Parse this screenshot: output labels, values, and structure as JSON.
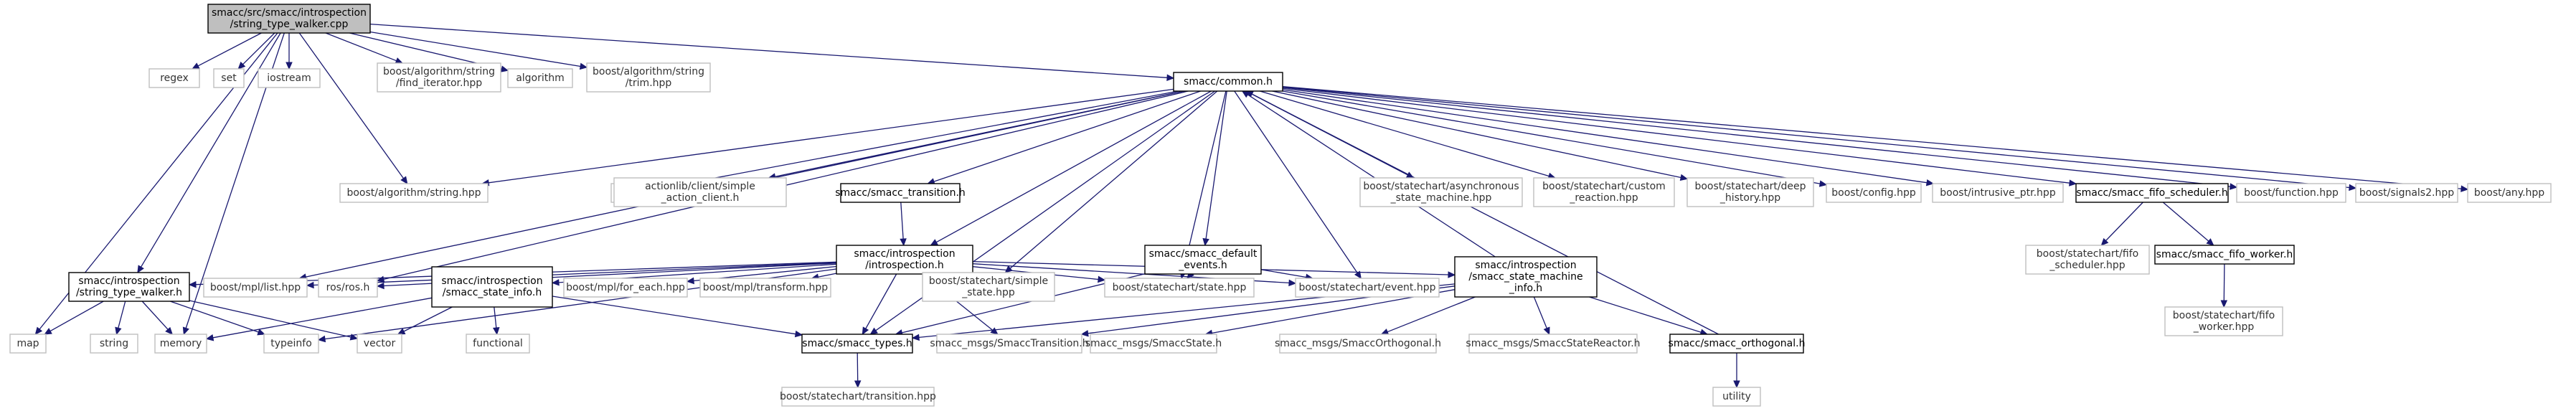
{
  "colors": {
    "edge": "#191970",
    "root_fill": "#bfbfbf",
    "external_border": "#bfbfbf",
    "internal_border": "#000000"
  },
  "nodes": [
    {
      "id": "root",
      "kind": "root",
      "lines": [
        "smacc/src/smacc/introspection",
        "/string_type_walker.cpp"
      ]
    },
    {
      "id": "regex",
      "kind": "external",
      "lines": [
        "regex"
      ]
    },
    {
      "id": "set",
      "kind": "external",
      "lines": [
        "set"
      ]
    },
    {
      "id": "iostream",
      "kind": "external",
      "lines": [
        "iostream"
      ]
    },
    {
      "id": "find_iterator",
      "kind": "external",
      "lines": [
        "boost/algorithm/string",
        "/find_iterator.hpp"
      ]
    },
    {
      "id": "algorithm",
      "kind": "external",
      "lines": [
        "algorithm"
      ]
    },
    {
      "id": "trim",
      "kind": "external",
      "lines": [
        "boost/algorithm/string",
        "/trim.hpp"
      ]
    },
    {
      "id": "common",
      "kind": "internal",
      "lines": [
        "smacc/common.h"
      ]
    },
    {
      "id": "alg_string",
      "kind": "external",
      "lines": [
        "boost/algorithm/string.hpp"
      ]
    },
    {
      "id": "mutex",
      "kind": "external",
      "lines": [
        "mutex"
      ]
    },
    {
      "id": "actionlib",
      "kind": "external",
      "lines": [
        "actionlib/client/simple",
        "_action_client.h"
      ]
    },
    {
      "id": "transition",
      "kind": "internal",
      "lines": [
        "smacc/smacc_transition.h"
      ]
    },
    {
      "id": "async_sm",
      "kind": "external",
      "lines": [
        "boost/statechart/asynchronous",
        "_state_machine.hpp"
      ]
    },
    {
      "id": "custom_reaction",
      "kind": "external",
      "lines": [
        "boost/statechart/custom",
        "_reaction.hpp"
      ]
    },
    {
      "id": "deep_history",
      "kind": "external",
      "lines": [
        "boost/statechart/deep",
        "_history.hpp"
      ]
    },
    {
      "id": "config",
      "kind": "external",
      "lines": [
        "boost/config.hpp"
      ]
    },
    {
      "id": "intrusive_ptr",
      "kind": "external",
      "lines": [
        "boost/intrusive_ptr.hpp"
      ]
    },
    {
      "id": "fifo_sched",
      "kind": "internal",
      "lines": [
        "smacc/smacc_fifo_scheduler.h"
      ]
    },
    {
      "id": "function",
      "kind": "external",
      "lines": [
        "boost/function.hpp"
      ]
    },
    {
      "id": "signals2",
      "kind": "external",
      "lines": [
        "boost/signals2.hpp"
      ]
    },
    {
      "id": "any",
      "kind": "external",
      "lines": [
        "boost/any.hpp"
      ]
    },
    {
      "id": "introspection",
      "kind": "internal",
      "lines": [
        "smacc/introspection",
        "/introspection.h"
      ]
    },
    {
      "id": "default_events",
      "kind": "internal",
      "lines": [
        "smacc/smacc_default",
        "_events.h"
      ]
    },
    {
      "id": "sc_fifo_sched",
      "kind": "external",
      "lines": [
        "boost/statechart/fifo",
        "_scheduler.hpp"
      ]
    },
    {
      "id": "fifo_worker",
      "kind": "internal",
      "lines": [
        "smacc/smacc_fifo_worker.h"
      ]
    },
    {
      "id": "sc_fifo_worker",
      "kind": "external",
      "lines": [
        "boost/statechart/fifo",
        "_worker.hpp"
      ]
    },
    {
      "id": "stw_h",
      "kind": "internal",
      "lines": [
        "smacc/introspection",
        "/string_type_walker.h"
      ]
    },
    {
      "id": "mpl_list",
      "kind": "external",
      "lines": [
        "boost/mpl/list.hpp"
      ]
    },
    {
      "id": "ros",
      "kind": "external",
      "lines": [
        "ros/ros.h"
      ]
    },
    {
      "id": "state_info",
      "kind": "internal",
      "lines": [
        "smacc/introspection",
        "/smacc_state_info.h"
      ]
    },
    {
      "id": "mpl_foreach",
      "kind": "external",
      "lines": [
        "boost/mpl/for_each.hpp"
      ]
    },
    {
      "id": "mpl_transform",
      "kind": "external",
      "lines": [
        "boost/mpl/transform.hpp"
      ]
    },
    {
      "id": "simple_state",
      "kind": "external",
      "lines": [
        "boost/statechart/simple",
        "_state.hpp"
      ]
    },
    {
      "id": "sc_state",
      "kind": "external",
      "lines": [
        "boost/statechart/state.hpp"
      ]
    },
    {
      "id": "sc_event",
      "kind": "external",
      "lines": [
        "boost/statechart/event.hpp"
      ]
    },
    {
      "id": "sm_info",
      "kind": "internal",
      "lines": [
        "smacc/introspection",
        "/smacc_state_machine",
        "_info.h"
      ]
    },
    {
      "id": "map",
      "kind": "external",
      "lines": [
        "map"
      ]
    },
    {
      "id": "string",
      "kind": "external",
      "lines": [
        "string"
      ]
    },
    {
      "id": "memory",
      "kind": "external",
      "lines": [
        "memory"
      ]
    },
    {
      "id": "typeinfo",
      "kind": "external",
      "lines": [
        "typeinfo"
      ]
    },
    {
      "id": "vector",
      "kind": "external",
      "lines": [
        "vector"
      ]
    },
    {
      "id": "functional",
      "kind": "external",
      "lines": [
        "functional"
      ]
    },
    {
      "id": "types",
      "kind": "internal",
      "lines": [
        "smacc/smacc_types.h"
      ]
    },
    {
      "id": "msg_transition",
      "kind": "external",
      "lines": [
        "smacc_msgs/SmaccTransition.h"
      ]
    },
    {
      "id": "msg_state",
      "kind": "external",
      "lines": [
        "smacc_msgs/SmaccState.h"
      ]
    },
    {
      "id": "msg_orthogonal",
      "kind": "external",
      "lines": [
        "smacc_msgs/SmaccOrthogonal.h"
      ]
    },
    {
      "id": "msg_reactor",
      "kind": "external",
      "lines": [
        "smacc_msgs/SmaccStateReactor.h"
      ]
    },
    {
      "id": "orthogonal",
      "kind": "internal",
      "lines": [
        "smacc/smacc_orthogonal.h"
      ]
    },
    {
      "id": "sc_transition",
      "kind": "external",
      "lines": [
        "boost/statechart/transition.hpp"
      ]
    },
    {
      "id": "utility",
      "kind": "external",
      "lines": [
        "utility"
      ]
    }
  ],
  "edges": [
    [
      "root",
      "regex"
    ],
    [
      "root",
      "set"
    ],
    [
      "root",
      "iostream"
    ],
    [
      "root",
      "find_iterator"
    ],
    [
      "root",
      "algorithm"
    ],
    [
      "root",
      "trim"
    ],
    [
      "root",
      "common"
    ],
    [
      "root",
      "alg_string"
    ],
    [
      "root",
      "stw_h"
    ],
    [
      "root",
      "map"
    ],
    [
      "root",
      "memory"
    ],
    [
      "common",
      "alg_string"
    ],
    [
      "common",
      "mutex"
    ],
    [
      "common",
      "actionlib"
    ],
    [
      "common",
      "transition"
    ],
    [
      "common",
      "async_sm"
    ],
    [
      "common",
      "custom_reaction"
    ],
    [
      "common",
      "deep_history"
    ],
    [
      "common",
      "config"
    ],
    [
      "common",
      "intrusive_ptr"
    ],
    [
      "common",
      "fifo_sched"
    ],
    [
      "common",
      "function"
    ],
    [
      "common",
      "signals2"
    ],
    [
      "common",
      "any"
    ],
    [
      "common",
      "introspection"
    ],
    [
      "common",
      "default_events"
    ],
    [
      "common",
      "mpl_list"
    ],
    [
      "common",
      "ros"
    ],
    [
      "common",
      "simple_state"
    ],
    [
      "common",
      "sc_state"
    ],
    [
      "common",
      "sc_event"
    ],
    [
      "common",
      "types"
    ],
    [
      "transition",
      "introspection"
    ],
    [
      "fifo_sched",
      "sc_fifo_sched"
    ],
    [
      "fifo_sched",
      "fifo_worker"
    ],
    [
      "fifo_worker",
      "sc_fifo_worker"
    ],
    [
      "introspection",
      "stw_h"
    ],
    [
      "introspection",
      "mpl_list"
    ],
    [
      "introspection",
      "ros"
    ],
    [
      "introspection",
      "state_info"
    ],
    [
      "introspection",
      "mpl_foreach"
    ],
    [
      "introspection",
      "mpl_transform"
    ],
    [
      "introspection",
      "simple_state"
    ],
    [
      "introspection",
      "sc_state"
    ],
    [
      "introspection",
      "sc_event"
    ],
    [
      "introspection",
      "sm_info"
    ],
    [
      "introspection",
      "typeinfo"
    ],
    [
      "introspection",
      "types"
    ],
    [
      "introspection",
      "msg_transition"
    ],
    [
      "default_events",
      "sc_state"
    ],
    [
      "default_events",
      "sc_event"
    ],
    [
      "default_events",
      "types"
    ],
    [
      "stw_h",
      "map"
    ],
    [
      "stw_h",
      "string"
    ],
    [
      "stw_h",
      "memory"
    ],
    [
      "stw_h",
      "typeinfo"
    ],
    [
      "stw_h",
      "vector"
    ],
    [
      "state_info",
      "memory"
    ],
    [
      "state_info",
      "vector"
    ],
    [
      "state_info",
      "functional"
    ],
    [
      "state_info",
      "types"
    ],
    [
      "sm_info",
      "common"
    ],
    [
      "sm_info",
      "types"
    ],
    [
      "sm_info",
      "msg_transition"
    ],
    [
      "sm_info",
      "msg_state"
    ],
    [
      "sm_info",
      "msg_orthogonal"
    ],
    [
      "sm_info",
      "msg_reactor"
    ],
    [
      "sm_info",
      "orthogonal"
    ],
    [
      "orthogonal",
      "common"
    ],
    [
      "orthogonal",
      "utility"
    ],
    [
      "types",
      "sc_transition"
    ]
  ]
}
